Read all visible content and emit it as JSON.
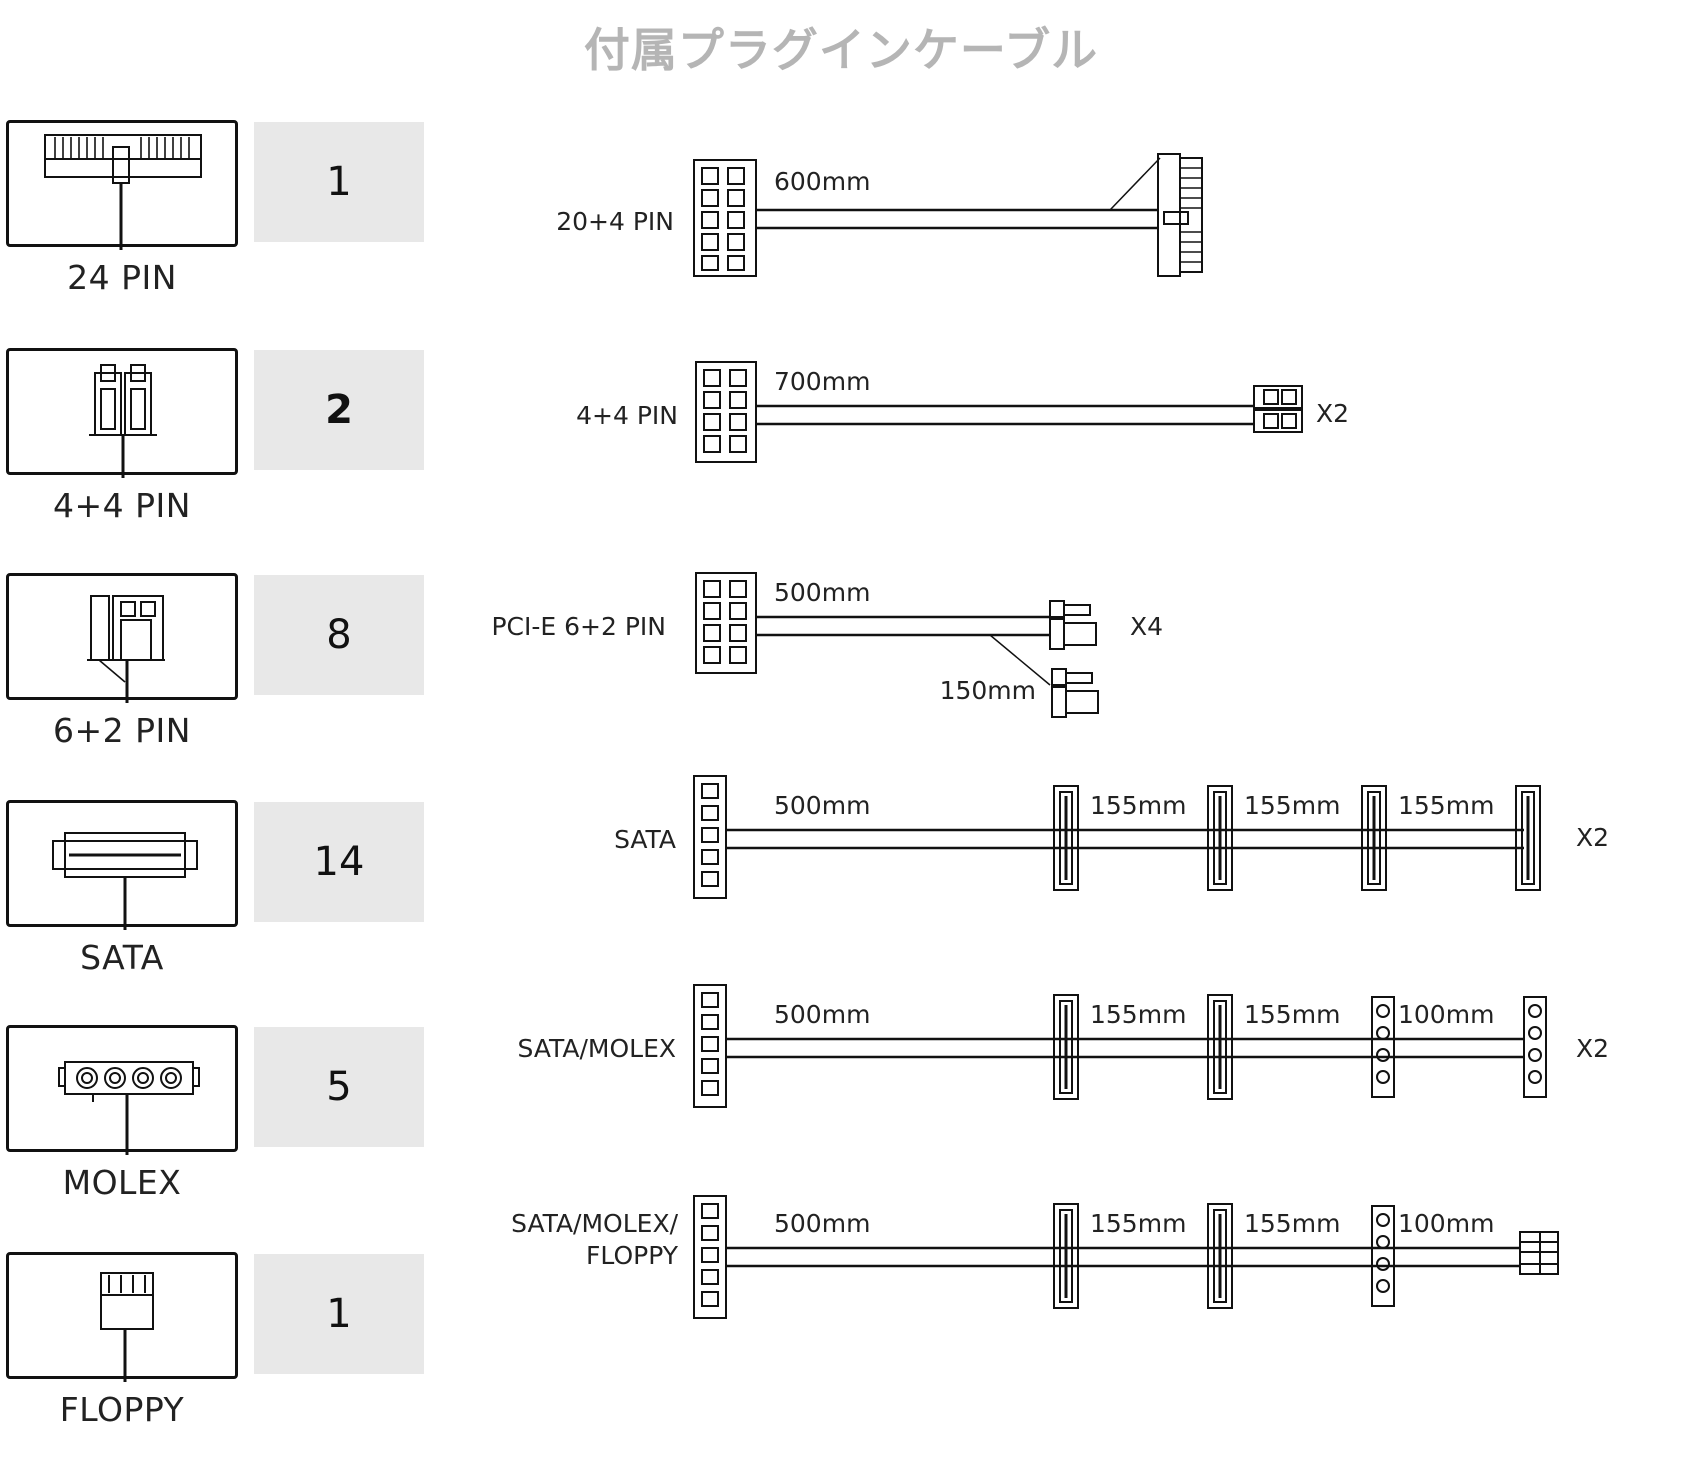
{
  "title": "付属プラグインケーブル",
  "rows": [
    {
      "icon_label": "24 PIN",
      "quantity": "1",
      "cable": {
        "connector": "20+4 PIN",
        "length": "600mm"
      }
    },
    {
      "icon_label": "4+4 PIN",
      "quantity": "2",
      "cable": {
        "connector": "4+4 PIN",
        "length": "700mm",
        "multiplier": "X2"
      }
    },
    {
      "icon_label": "6+2 PIN",
      "quantity": "8",
      "cable": {
        "connector": "PCI-E 6+2 PIN",
        "length": "500mm",
        "branch_length": "150mm",
        "multiplier": "X4"
      }
    },
    {
      "icon_label": "SATA",
      "quantity": "14",
      "cable": {
        "connector": "SATA",
        "length": "500mm",
        "segments": [
          "155mm",
          "155mm",
          "155mm"
        ],
        "multiplier": "X2"
      }
    },
    {
      "icon_label": "MOLEX",
      "quantity": "5",
      "cable": {
        "connector": "SATA/MOLEX",
        "length": "500mm",
        "segments": [
          "155mm",
          "155mm",
          "100mm"
        ],
        "multiplier": "X2"
      }
    },
    {
      "icon_label": "FLOPPY",
      "quantity": "1",
      "cable": {
        "connector_line1": "SATA/MOLEX/",
        "connector_line2": "FLOPPY",
        "length": "500mm",
        "segments": [
          "155mm",
          "155mm",
          "100mm"
        ]
      }
    }
  ]
}
